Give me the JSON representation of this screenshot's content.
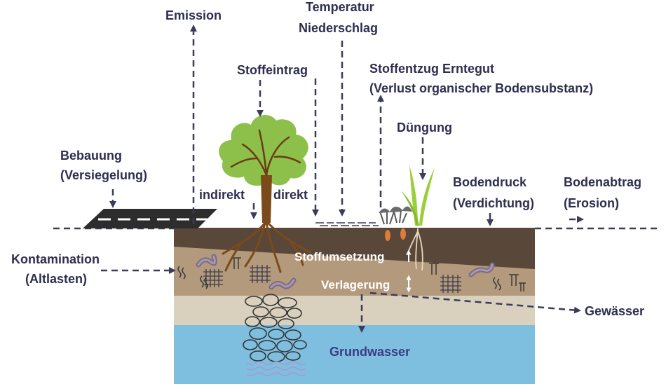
{
  "labels": {
    "emission": "Emission",
    "temperatur": "Temperatur",
    "niederschlag": "Niederschlag",
    "stoffeintrag": "Stoffeintrag",
    "stoffentzug_line1": "Stoffentzug Erntegut",
    "stoffentzug_line2": "(Verlust organischer Bodensubstanz)",
    "duengung": "Düngung",
    "bebauung_line1": "Bebauung",
    "bebauung_line2": "(Versiegelung)",
    "indirekt": "indirekt",
    "direkt": "direkt",
    "bodendruck_line1": "Bodendruck",
    "bodendruck_line2": "(Verdichtung)",
    "bodenabtrag_line1": "Bodenabtrag",
    "bodenabtrag_line2": "(Erosion)",
    "kontamination_line1": "Kontamination",
    "kontamination_line2": "(Altlasten)",
    "stoffumsetzung": "Stoffumsetzung",
    "verlagerung": "Verlagerung",
    "gewaesser": "Gewässer",
    "grundwasser": "Grundwasser"
  },
  "colors": {
    "topsoil": "#59473a",
    "subsoil": "#b39a7c",
    "bedrock": "#d9d1be",
    "groundwater": "#7ebfdf",
    "tree_crown": "#8cc04a",
    "grass": "#9bcf3a",
    "road": "#2d2d2d",
    "arrow": "#3b3b5c"
  }
}
